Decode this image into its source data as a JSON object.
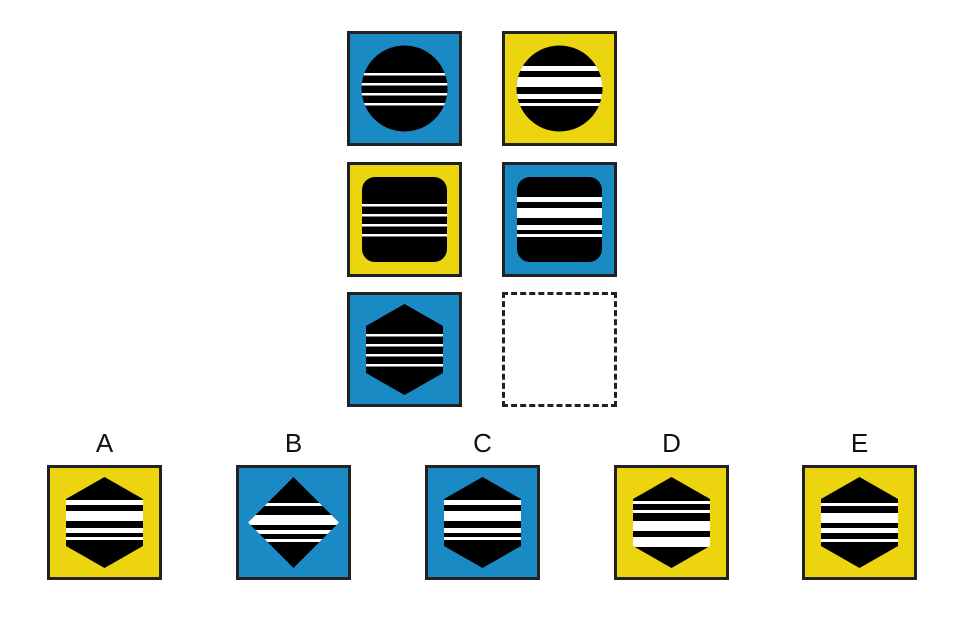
{
  "colors": {
    "blue": "#1a8ac4",
    "yellow": "#ecd50f",
    "black": "#000000",
    "white": "#ffffff"
  },
  "grid": [
    {
      "id": "r1c1",
      "bg": "blue",
      "shape": "circle",
      "stripes": "thin"
    },
    {
      "id": "r1c2",
      "bg": "yellow",
      "shape": "circle",
      "stripes": "thick"
    },
    {
      "id": "r2c1",
      "bg": "yellow",
      "shape": "rounded-square",
      "stripes": "thin"
    },
    {
      "id": "r2c2",
      "bg": "blue",
      "shape": "rounded-square",
      "stripes": "thick"
    },
    {
      "id": "r3c1",
      "bg": "blue",
      "shape": "hexagon",
      "stripes": "thin"
    },
    {
      "id": "r3c2",
      "bg": null,
      "shape": "empty",
      "stripes": null
    }
  ],
  "options": [
    {
      "label": "A",
      "bg": "yellow",
      "shape": "hexagon",
      "stripes": "thick"
    },
    {
      "label": "B",
      "bg": "blue",
      "shape": "diamond",
      "stripes": "thick"
    },
    {
      "label": "C",
      "bg": "blue",
      "shape": "hexagon",
      "stripes": "thick"
    },
    {
      "label": "D",
      "bg": "yellow",
      "shape": "hexagon",
      "stripes": "thick-bottom"
    },
    {
      "label": "E",
      "bg": "yellow",
      "shape": "hexagon",
      "stripes": "thick-mid"
    }
  ]
}
